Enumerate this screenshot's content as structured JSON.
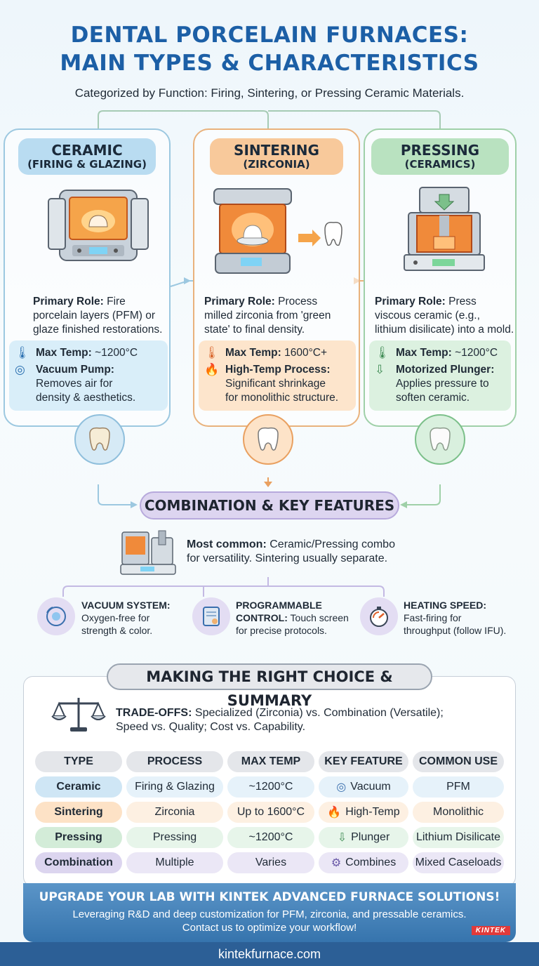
{
  "header": {
    "title_line1": "DENTAL PORCELAIN FURNACES:",
    "title_line2": "MAIN TYPES & CHARACTERISTICS",
    "subtitle": "Categorized by Function: Firing, Sintering, or Pressing Ceramic Materials."
  },
  "cards": [
    {
      "title": "CERAMIC",
      "subtitle": "(FIRING & GLAZING)",
      "role_label": "Primary Role:",
      "role_line1": "Fire",
      "role_line2": "porcelain layers (PFM) or",
      "role_line3": "glaze finished restorations.",
      "spec1_label": "Max Temp:",
      "spec1_value": "~1200°C",
      "spec2_label": "Vacuum Pump:",
      "spec2_line1": "Removes air for",
      "spec2_line2": "density & aesthetics."
    },
    {
      "title": "SINTERING",
      "subtitle": "(ZIRCONIA)",
      "role_label": "Primary Role:",
      "role_line1": "Process",
      "role_line2": "milled zirconia from 'green",
      "role_line3": "state' to final density.",
      "spec1_label": "Max Temp:",
      "spec1_value": "1600°C+",
      "spec2_label": "High-Temp Process:",
      "spec2_line1": "Significant shrinkage",
      "spec2_line2": "for monolithic structure."
    },
    {
      "title": "PRESSING",
      "subtitle": "(CERAMICS)",
      "role_label": "Primary Role:",
      "role_line1": "Press",
      "role_line2": "viscous ceramic (e.g.,",
      "role_line3": "lithium disilicate) into a mold.",
      "spec1_label": "Max Temp:",
      "spec1_value": "~1200°C",
      "spec2_label": "Motorized Plunger:",
      "spec2_line1": "Applies pressure to",
      "spec2_line2": "soften ceramic."
    }
  ],
  "combination": {
    "title": "COMBINATION & KEY FEATURES",
    "common_label": "Most common:",
    "common_line1": "Ceramic/Pressing combo",
    "common_line2": "for versatility. Sintering usually separate.",
    "features": [
      {
        "label": "VACUUM SYSTEM:",
        "line1": "Oxygen-free for",
        "line2": "strength & color."
      },
      {
        "label": "PROGRAMMABLE",
        "label2": "CONTROL:",
        "line1": "Touch screen",
        "line2": "for precise protocols."
      },
      {
        "label": "HEATING SPEED:",
        "line1": "Fast-firing for",
        "line2": "throughput (follow IFU)."
      }
    ]
  },
  "summary": {
    "title": "MAKING THE RIGHT CHOICE & SUMMARY",
    "tradeoffs_label": "TRADE-OFFS:",
    "tradeoffs_line1": "Specialized (Zirconia) vs. Combination (Versatile);",
    "tradeoffs_line2": "Speed vs. Quality; Cost vs. Capability.",
    "columns": [
      "TYPE",
      "PROCESS",
      "MAX TEMP",
      "KEY FEATURE",
      "COMMON USE"
    ],
    "rows": [
      [
        "Ceramic",
        "Firing & Glazing",
        "~1200°C",
        "Vacuum",
        "PFM"
      ],
      [
        "Sintering",
        "Zirconia",
        "Up to 1600°C",
        "High-Temp",
        "Monolithic"
      ],
      [
        "Pressing",
        "Pressing",
        "~1200°C",
        "Plunger",
        "Lithium Disilicate"
      ],
      [
        "Combination",
        "Multiple",
        "Varies",
        "Combines",
        "Mixed Caseloads"
      ]
    ],
    "row_colors": [
      "#cfe6f5",
      "#fde2c6",
      "#d3ecd8",
      "#dcd5ef"
    ],
    "row_light_colors": [
      "#e6f2fa",
      "#fdf0e2",
      "#e7f5ea",
      "#ebe7f6"
    ]
  },
  "banner": {
    "title": "UPGRADE YOUR LAB WITH KINTEK ADVANCED FURNACE SOLUTIONS!",
    "line1": "Leveraging R&D and deep customization for PFM, zirconia, and pressable ceramics.",
    "line2": "Contact us to optimize your workflow!",
    "logo": "KINTEK"
  },
  "footer": {
    "url": "kintekfurnace.com"
  },
  "colors": {
    "blue": "#1c5fa6",
    "orange": "#e9a060",
    "green": "#7cc08a",
    "purple": "#b7a9dc"
  },
  "icons": [
    "thermometer-icon",
    "vacuum-pump-icon",
    "flame-icon",
    "plunger-icon",
    "tooth-icon",
    "scale-icon",
    "timer-icon",
    "touch-screen-icon"
  ]
}
